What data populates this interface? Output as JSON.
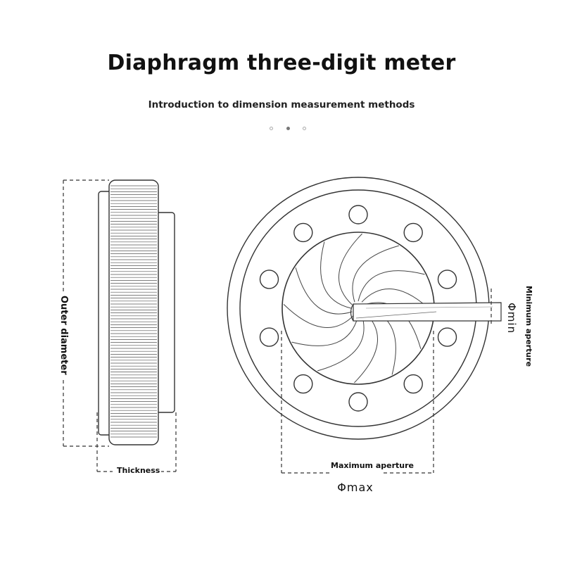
{
  "header": {
    "title": "Diaphragm three-digit meter",
    "subtitle": "Introduction to dimension measurement methods"
  },
  "pager": {
    "count": 3,
    "active_index": 1
  },
  "labels": {
    "outer_diameter": "Outer diameter",
    "thickness": "Thickness",
    "maximum_aperture": "Maximum aperture",
    "phi_max": "Φmax",
    "minimum_aperture": "Minimum aperture",
    "phi_min": "Φmin"
  },
  "colors": {
    "line": "#333333",
    "text": "#111111",
    "background": "#ffffff"
  }
}
